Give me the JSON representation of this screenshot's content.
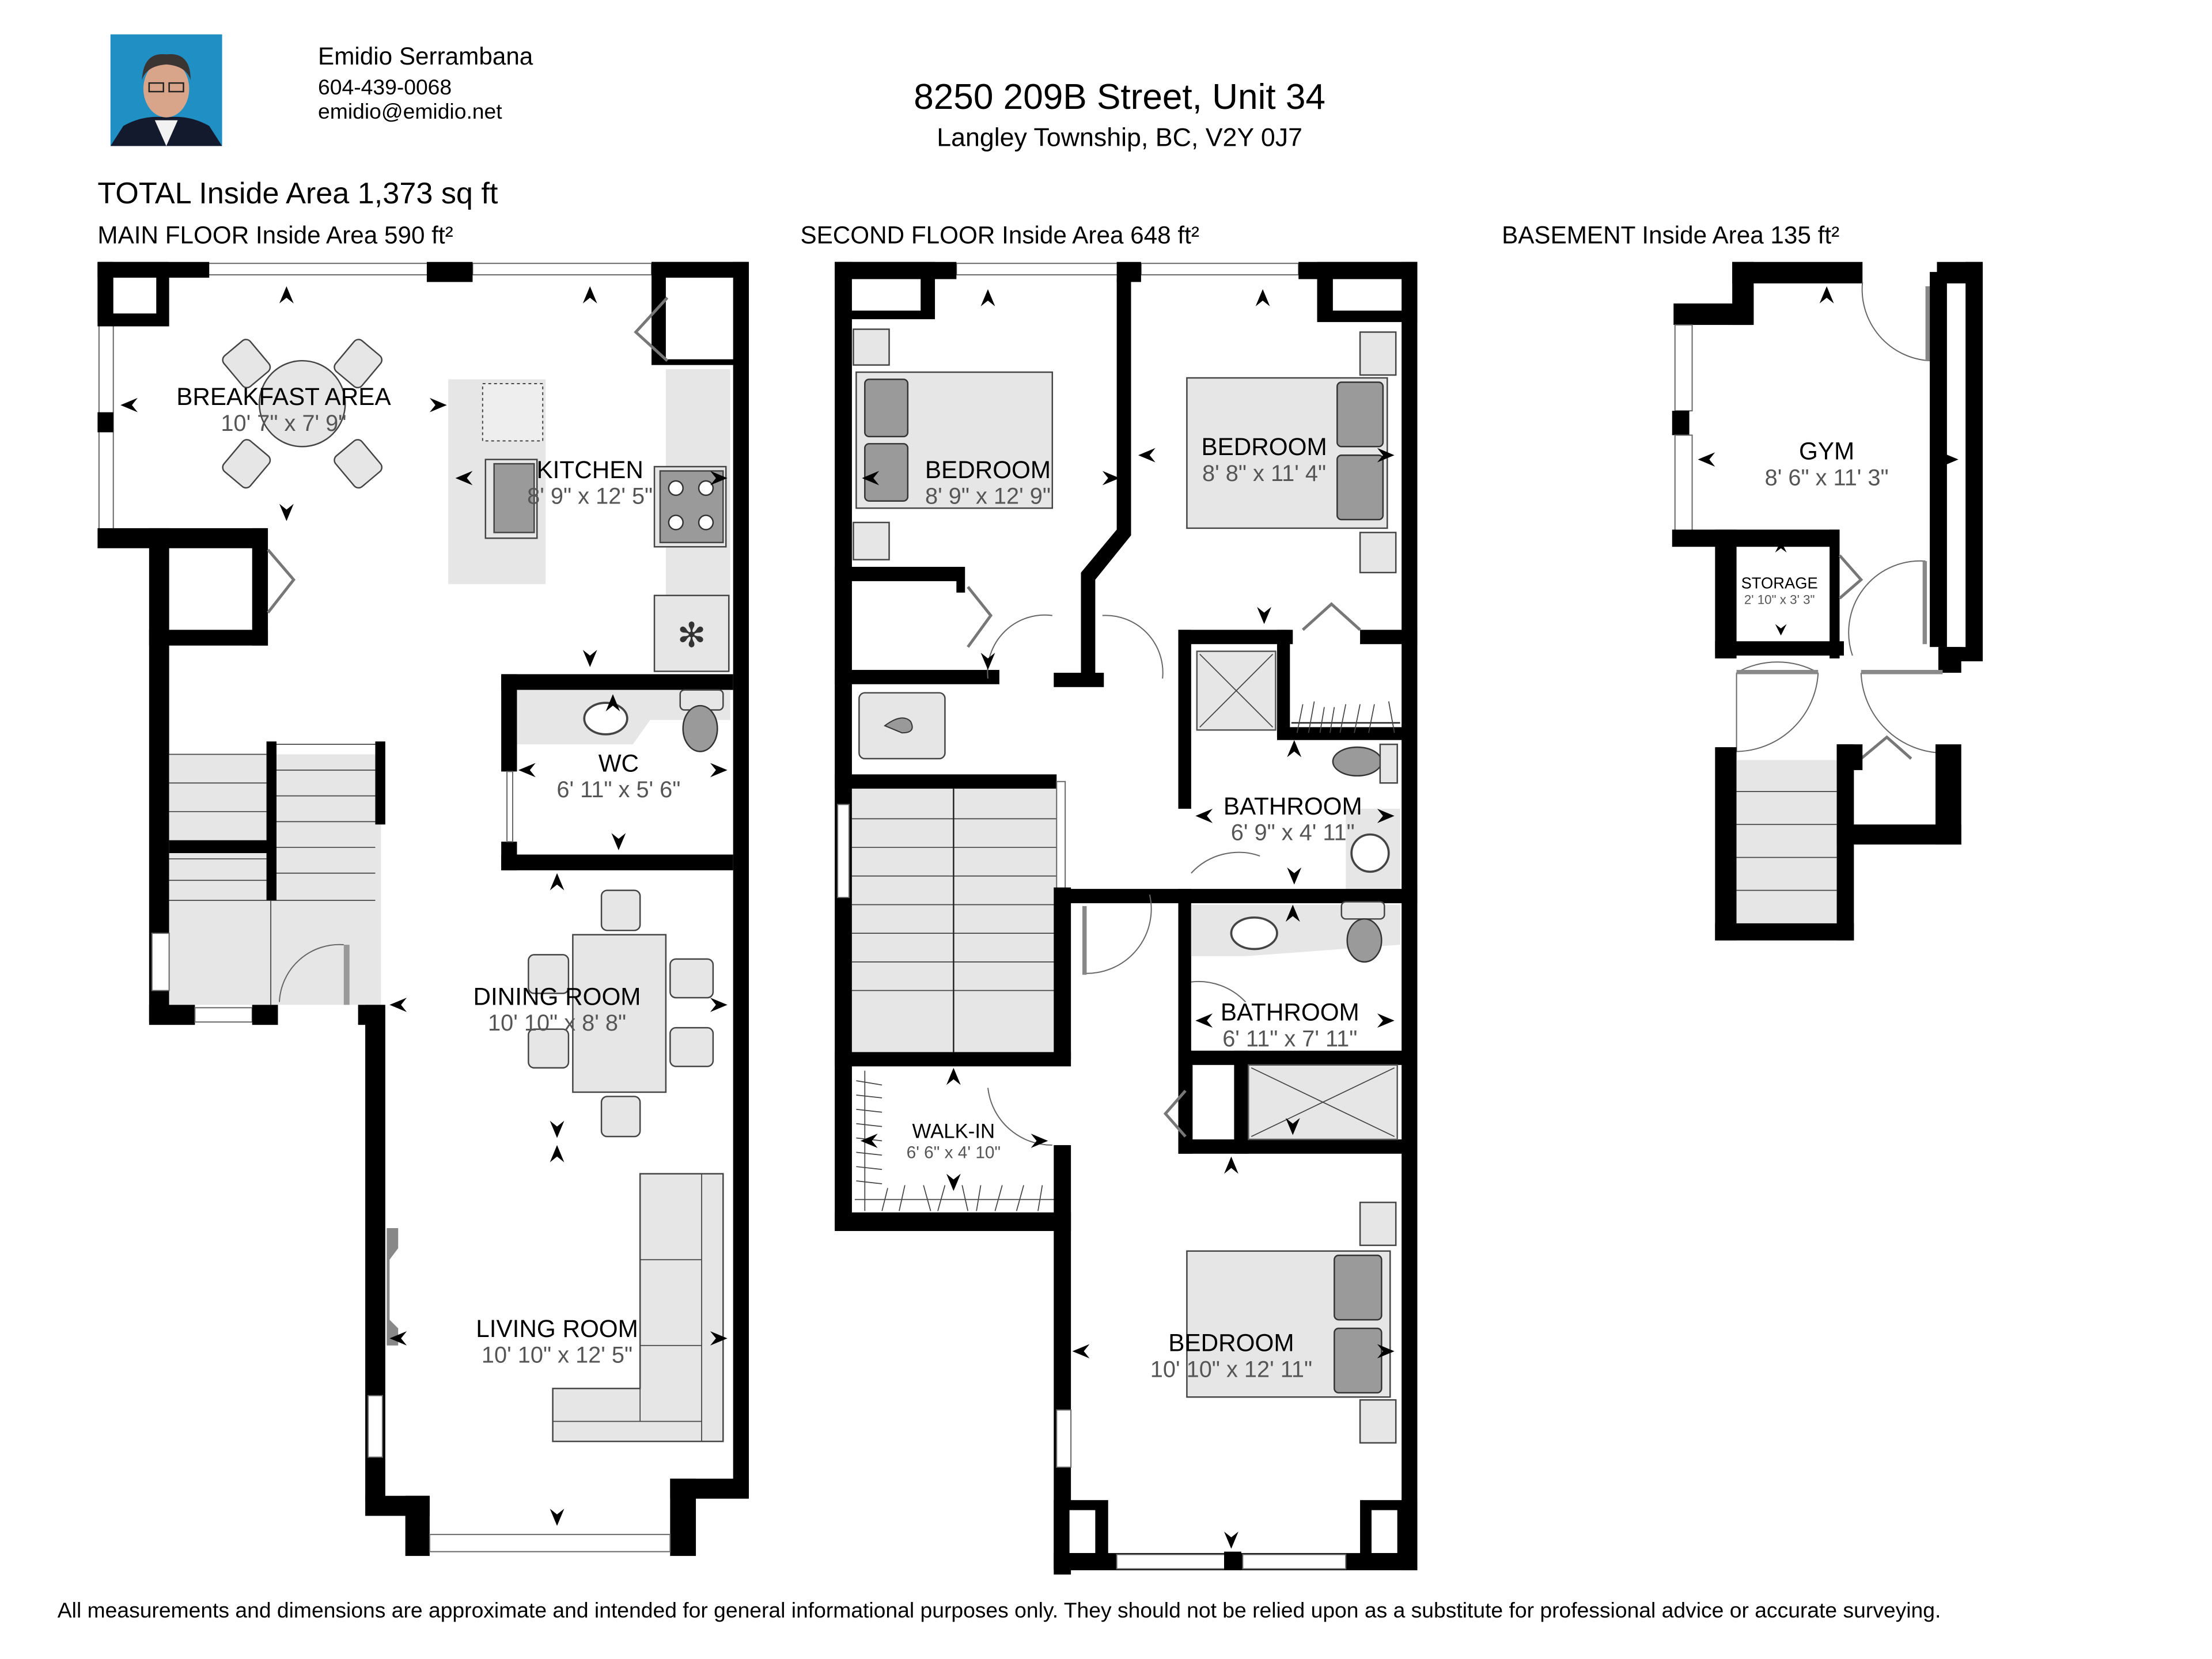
{
  "agent": {
    "name": "Emidio Serrambana",
    "phone": "604-439-0068",
    "email": "emidio@emidio.net",
    "photo_icon": "agent-portrait"
  },
  "property": {
    "address_line1": "8250 209B Street, Unit 34",
    "address_line2": "Langley Township, BC, V2Y 0J7"
  },
  "totals": {
    "total_area": "TOTAL Inside Area 1,373 sq ft"
  },
  "floors": {
    "main": {
      "heading": "MAIN FLOOR Inside Area 590 ft²",
      "rooms": [
        {
          "name": "BREAKFAST AREA",
          "dims": "10' 7\" x 7' 9\""
        },
        {
          "name": "KITCHEN",
          "dims": "8' 9\" x 12' 5\""
        },
        {
          "name": "WC",
          "dims": "6' 11\" x 5' 6\""
        },
        {
          "name": "DINING ROOM",
          "dims": "10' 10\" x 8' 8\""
        },
        {
          "name": "LIVING ROOM",
          "dims": "10' 10\" x 12' 5\""
        }
      ]
    },
    "second": {
      "heading": "SECOND FLOOR Inside Area 648 ft²",
      "rooms": [
        {
          "name": "BEDROOM",
          "dims": "8' 9\" x 12' 9\""
        },
        {
          "name": "BEDROOM",
          "dims": "8' 8\" x 11' 4\""
        },
        {
          "name": "BATHROOM",
          "dims": "6' 9\" x 4' 11\""
        },
        {
          "name": "BATHROOM",
          "dims": "6' 11\" x 7' 11\""
        },
        {
          "name": "WALK-IN",
          "dims": "6' 6\" x 4' 10\""
        },
        {
          "name": "BEDROOM",
          "dims": "10' 10\" x 12' 11\""
        }
      ]
    },
    "basement": {
      "heading": "BASEMENT Inside Area 135 ft²",
      "rooms": [
        {
          "name": "GYM",
          "dims": "8' 6\" x 11' 3\""
        },
        {
          "name": "STORAGE",
          "dims": "2' 10\" x 3' 3\""
        }
      ]
    }
  },
  "disclaimer": "All measurements and dimensions are approximate and intended for general informational purposes only. They should not be relied upon as a substitute for professional advice or accurate surveying.",
  "colors": {
    "wall": "#000000",
    "fixture_fill": "#e6e6e6",
    "fixture_dark": "#9a9a9a",
    "dimension_text": "#555555",
    "photo_background": "#1f8fc4"
  }
}
